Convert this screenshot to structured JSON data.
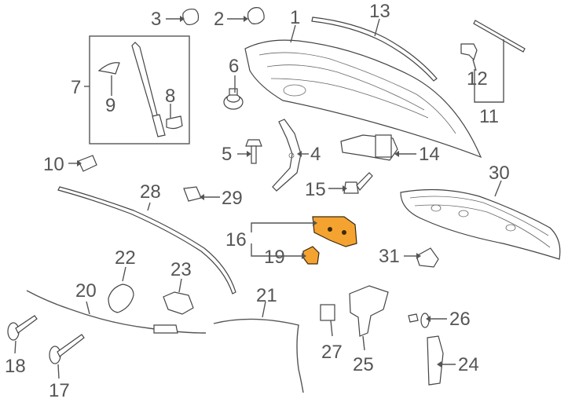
{
  "diagram": {
    "callouts": [
      {
        "id": "1",
        "label": "1"
      },
      {
        "id": "2",
        "label": "2"
      },
      {
        "id": "3",
        "label": "3"
      },
      {
        "id": "4",
        "label": "4"
      },
      {
        "id": "5",
        "label": "5"
      },
      {
        "id": "6",
        "label": "6"
      },
      {
        "id": "7",
        "label": "7"
      },
      {
        "id": "8",
        "label": "8"
      },
      {
        "id": "9",
        "label": "9"
      },
      {
        "id": "10",
        "label": "10"
      },
      {
        "id": "11",
        "label": "11"
      },
      {
        "id": "12",
        "label": "12"
      },
      {
        "id": "13",
        "label": "13"
      },
      {
        "id": "14",
        "label": "14"
      },
      {
        "id": "15",
        "label": "15"
      },
      {
        "id": "16",
        "label": "16"
      },
      {
        "id": "17",
        "label": "17"
      },
      {
        "id": "18",
        "label": "18"
      },
      {
        "id": "19",
        "label": "19"
      },
      {
        "id": "20",
        "label": "20"
      },
      {
        "id": "21",
        "label": "21"
      },
      {
        "id": "22",
        "label": "22"
      },
      {
        "id": "23",
        "label": "23"
      },
      {
        "id": "24",
        "label": "24"
      },
      {
        "id": "25",
        "label": "25"
      },
      {
        "id": "26",
        "label": "26"
      },
      {
        "id": "27",
        "label": "27"
      },
      {
        "id": "28",
        "label": "28"
      },
      {
        "id": "29",
        "label": "29"
      },
      {
        "id": "30",
        "label": "30"
      },
      {
        "id": "31",
        "label": "31"
      }
    ],
    "highlighted_parts": [
      "16",
      "19"
    ],
    "colors": {
      "highlight": "#f5a330",
      "line": "#555555",
      "background": "#ffffff"
    }
  }
}
